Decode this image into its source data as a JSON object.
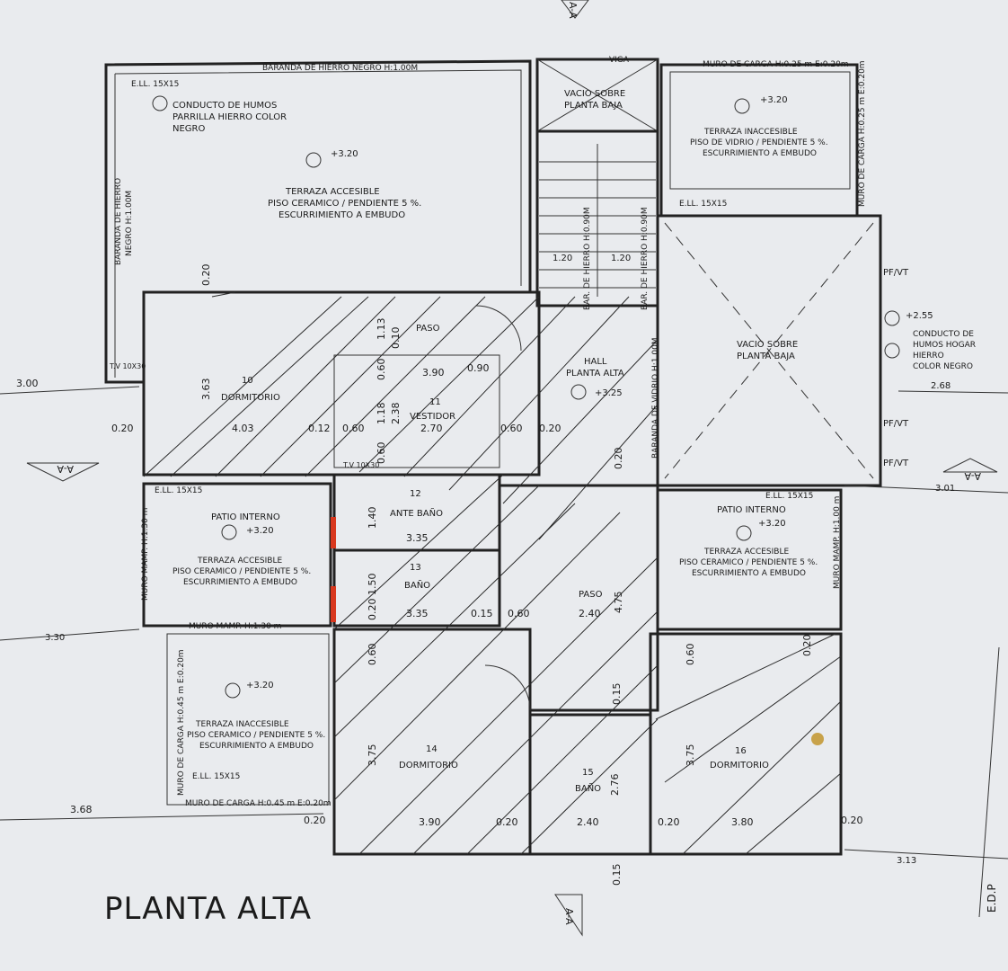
{
  "plan_title": "PLANTA ALTA",
  "notes": {
    "baranda_hierro_negro": "BARANDA DE HIERRO NEGRO H:1.00M",
    "baranda_hierro_left": "BARANDA DE HIERRO",
    "baranda_hierro_left2": "NEGRO H:1.00M",
    "viga": "VIGA",
    "muro_carga_top": "MURO DE CARGA H:0.25 m  E:0.20m",
    "muro_carga_right": "MURO DE CARGA H:0.25 m  E:0.20m",
    "vacio_top_1": "VACIO SOBRE",
    "vacio_top_2": "PLANTA BAJA",
    "ell_1": "E.LL. 15X15",
    "ell_2": "E.LL. 15X15",
    "ell_3": "E.LL. 15X15",
    "ell_4": "E.LL. 15X15",
    "ell_5": "E.LL. 15X15",
    "conducto_1": "CONDUCTO DE HUMOS",
    "conducto_2": "PARRILLA HIERRO COLOR",
    "conducto_3": "NEGRO",
    "terraza_acc_1": "TERRAZA ACCESIBLE",
    "terraza_acc_2": "PISO CERAMICO / PENDIENTE 5 %.",
    "terraza_acc_3": "ESCURRIMIENTO A EMBUDO",
    "terraza_inacc_1": "TERRAZA INACCESIBLE",
    "terraza_inacc_2": "PISO DE VIDRIO / PENDIENTE 5 %.",
    "terraza_inacc_3": "ESCURRIMIENTO A EMBUDO",
    "bar_hierro_1": "BAR. DE HIERRO H:0.90M",
    "bar_hierro_2": "BAR. DE HIERRO H:0.90M",
    "baranda_vidrio": "BARANDA DE VIDRIO H:1.00M",
    "vacio_center_1": "VACIO SOBRE",
    "vacio_center_2": "PLANTA BAJA",
    "conducto_hogar_1": "CONDUCTO DE",
    "conducto_hogar_2": "HUMOS HOGAR",
    "conducto_hogar_3": "HIERRO",
    "conducto_hogar_4": "COLOR NEGRO",
    "pfvt_1": "PF/VT",
    "pfvt_2": "PF/VT",
    "pfvt_3": "PF/VT",
    "patio_interno": "PATIO INTERNO",
    "patio_interno_2": "PATIO INTERNO",
    "terraza_acc_b1": "TERRAZA ACCESIBLE",
    "terraza_acc_b2": "PISO CERAMICO / PENDIENTE 5 %.",
    "terraza_acc_b3": "ESCURRIMIENTO A EMBUDO",
    "terraza_acc_c1": "TERRAZA ACCESIBLE",
    "terraza_acc_c2": "PISO CERAMICO / PENDIENTE 5 %.",
    "terraza_acc_c3": "ESCURRIMIENTO A EMBUDO",
    "terraza_inacc_b1": "TERRAZA INACCESIBLE",
    "terraza_inacc_b2": "PISO CERAMICO / PENDIENTE 5 %.",
    "terraza_inacc_b3": "ESCURRIMIENTO A EMBUDO",
    "muro_mamp_left": "MURO MAMP. H:1.30 m",
    "muro_mamp_bottom": "MURO MAMP. H:1.30 m",
    "muro_mamp_right": "MURO MAMP. H:1.00 m",
    "muro_carga_bl_v": "MURO DE CARGA H:0.45 m  E:0.20m",
    "muro_carga_bl_h": "MURO DE CARGA H:0.45 m  E:0.20m",
    "tv_1": "T.V 10X30",
    "tv_2": "T.V 10X30",
    "edp": "E.D.P",
    "section_aa_1": "A-A",
    "section_aa_2": "A-A",
    "section_aa_3": "A-A",
    "section_aa_4": "A-A"
  },
  "levels": {
    "l320_a": "+3.20",
    "l320_b": "+3.20",
    "l320_c": "+3.20",
    "l320_d": "+3.20",
    "l320_e": "+3.20",
    "l325": "+3.25",
    "l255": "+2.55"
  },
  "rooms": {
    "dorm10_num": "10",
    "dorm10": "DORMITORIO",
    "vest11_num": "11",
    "vest11": "VESTIDOR",
    "ante12_num": "12",
    "ante12": "ANTE BAÑO",
    "bano13_num": "13",
    "bano13": "BAÑO",
    "dorm14_num": "14",
    "dorm14": "DORMITORIO",
    "bano15_num": "15",
    "bano15": "BAÑO",
    "dorm16_num": "16",
    "dorm16": "DORMITORIO",
    "paso_top": "PASO",
    "paso_mid": "PASO",
    "hall_1": "HALL",
    "hall_2": "PLANTA ALTA"
  },
  "dimensions": {
    "d300": "3.00",
    "d020_a": "0.20",
    "d403": "4.03",
    "d012": "0.12",
    "d060_a": "0.60",
    "d270": "2.70",
    "d060_b": "0.60",
    "d020_b": "0.20",
    "d390_a": "3.90",
    "d090": "0.90",
    "d363": "3.63",
    "d113": "1.13",
    "d010": "0.10",
    "d060_c": "0.60",
    "d118": "1.18",
    "d238": "2.38",
    "d060_d": "0.60",
    "d020_c": "0.20",
    "d120_a": "1.20",
    "d120_b": "1.20",
    "d268": "2.68",
    "d301": "3.01",
    "d330": "3.30",
    "d140": "1.40",
    "d335_a": "3.35",
    "d150": "1.50",
    "d020_d": "0.20",
    "d335_b": "3.35",
    "d015_a": "0.15",
    "d060_e": "0.60",
    "d240_a": "2.40",
    "d475": "4.75",
    "d020_e": "0.20",
    "d060_f": "0.60",
    "d375_a": "3.75",
    "d015_b": "0.15",
    "d060_g": "0.60",
    "d020_f": "0.20",
    "d375_b": "3.75",
    "d276": "2.76",
    "d368": "3.68",
    "d020_g": "0.20",
    "d390_b": "3.90",
    "d020_h": "0.20",
    "d240_b": "2.40",
    "d020_i": "0.20",
    "d380": "3.80",
    "d020_j": "0.20",
    "d313": "3.13",
    "d015_c": "0.15"
  },
  "colors": {
    "paper": "#e9ebee",
    "ink": "#222222",
    "red_marker": "#d9381e",
    "stain": "#c8a24a"
  }
}
